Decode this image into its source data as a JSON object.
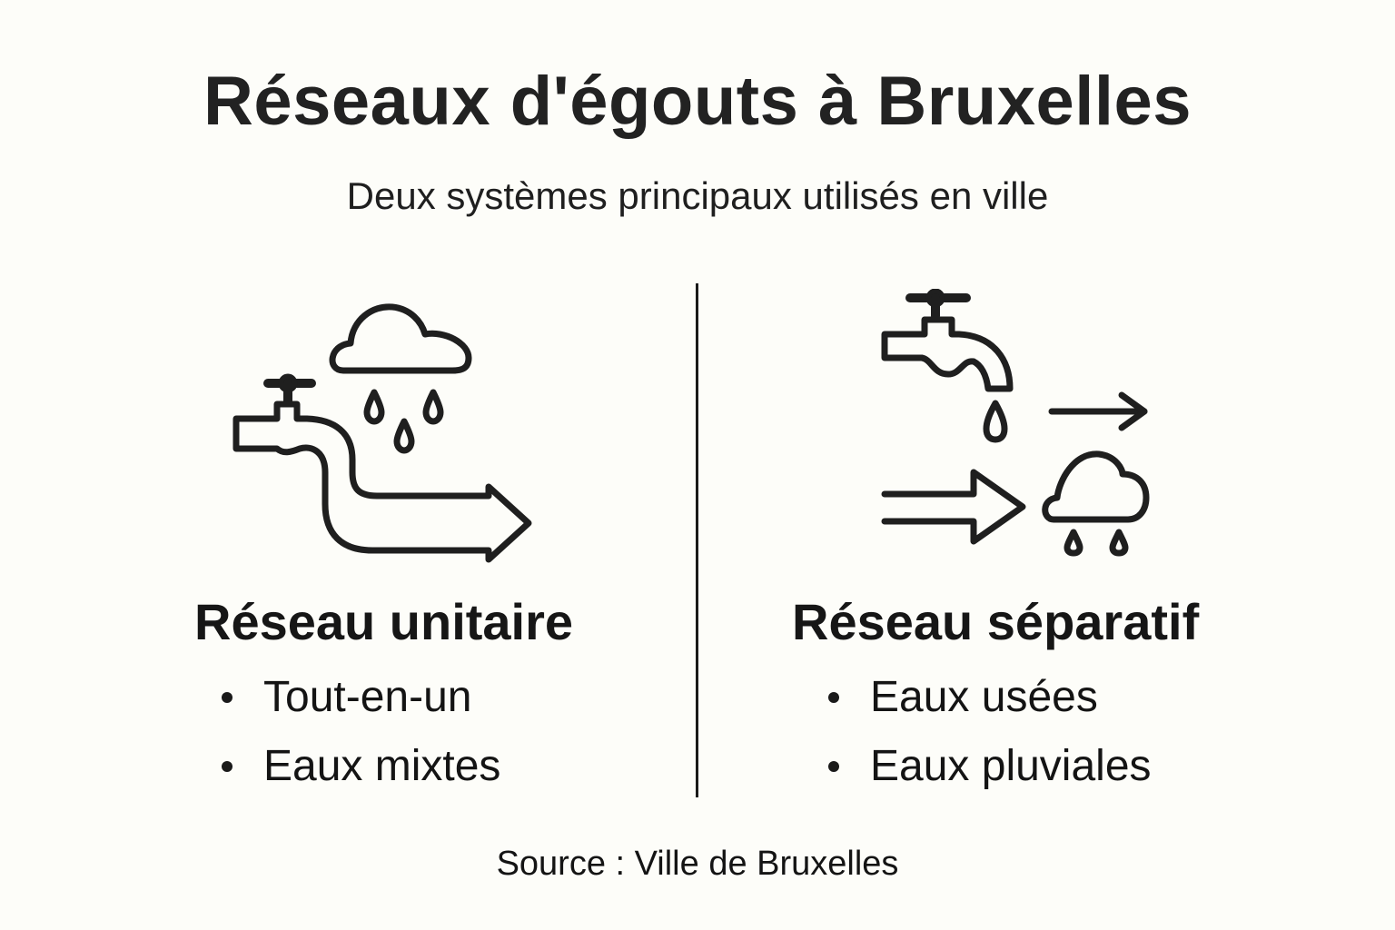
{
  "header": {
    "title": "Réseaux d'égouts à Bruxelles",
    "subtitle": "Deux systèmes principaux utilisés en ville"
  },
  "columns": [
    {
      "title": "Réseau unitaire",
      "icon": "faucet-rain-combined-pipe-icon",
      "bullets": [
        "Tout-en-un",
        "Eaux mixtes"
      ]
    },
    {
      "title": "Réseau séparatif",
      "icon": "faucet-and-rain-separate-flows-icon",
      "bullets": [
        "Eaux usées",
        "Eaux pluviales"
      ]
    }
  ],
  "footer": {
    "source": "Source : Ville de Bruxelles"
  },
  "colors": {
    "background": "#fdfdf9",
    "ink": "#1f1f1f"
  }
}
